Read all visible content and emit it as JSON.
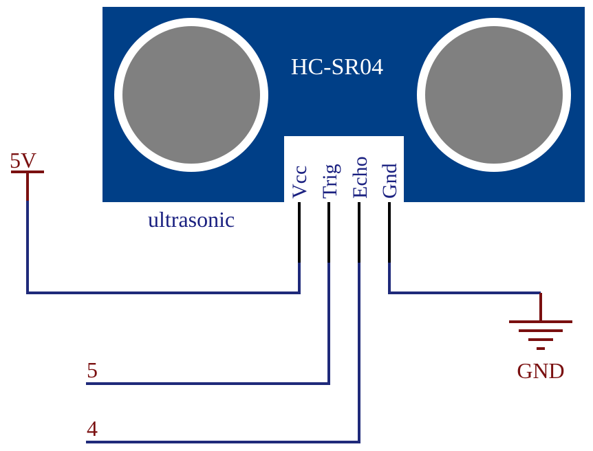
{
  "module": {
    "name": "HC-SR04",
    "subtitle": "ultrasonic",
    "board_color": "#003f87",
    "transducer_ring_color": "#ffffff",
    "transducer_color": "#808080",
    "pins": [
      "Vcc",
      "Trig",
      "Echo",
      "Gnd"
    ]
  },
  "nets": {
    "power": "5V",
    "trig_pin": "5",
    "echo_pin": "4",
    "ground": "GND"
  },
  "colors": {
    "wire": "#1f2a7a",
    "power_symbol": "#7a1010",
    "pin_lead": "#000000",
    "label_text": "#1a2080"
  }
}
